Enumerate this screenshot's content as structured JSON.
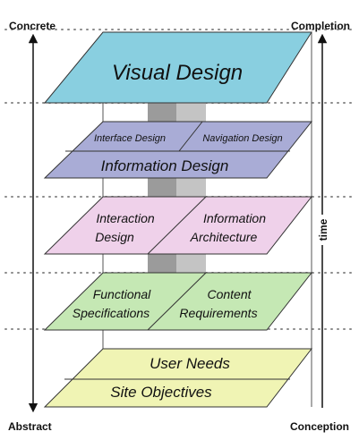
{
  "corners": {
    "top_left": "Concrete",
    "bottom_left": "Abstract",
    "top_right": "Completion",
    "bottom_right": "Conception"
  },
  "time_label": "time",
  "planes": {
    "surface": {
      "label": "Visual Design",
      "color": "#89cfe0"
    },
    "skeleton": {
      "top_left": "Interface Design",
      "top_right": "Navigation Design",
      "bottom": "Information Design",
      "color": "#a9acd6"
    },
    "structure": {
      "left_1": "Interaction",
      "left_2": "Design",
      "right_1": "Information",
      "right_2": "Architecture",
      "color": "#efd1ea"
    },
    "scope": {
      "left_1": "Functional",
      "left_2": "Specifications",
      "right_1": "Content",
      "right_2": "Requirements",
      "color": "#c5e8b4"
    },
    "strategy": {
      "top": "User Needs",
      "bottom": "Site Objectives",
      "color": "#f0f4b4"
    }
  }
}
